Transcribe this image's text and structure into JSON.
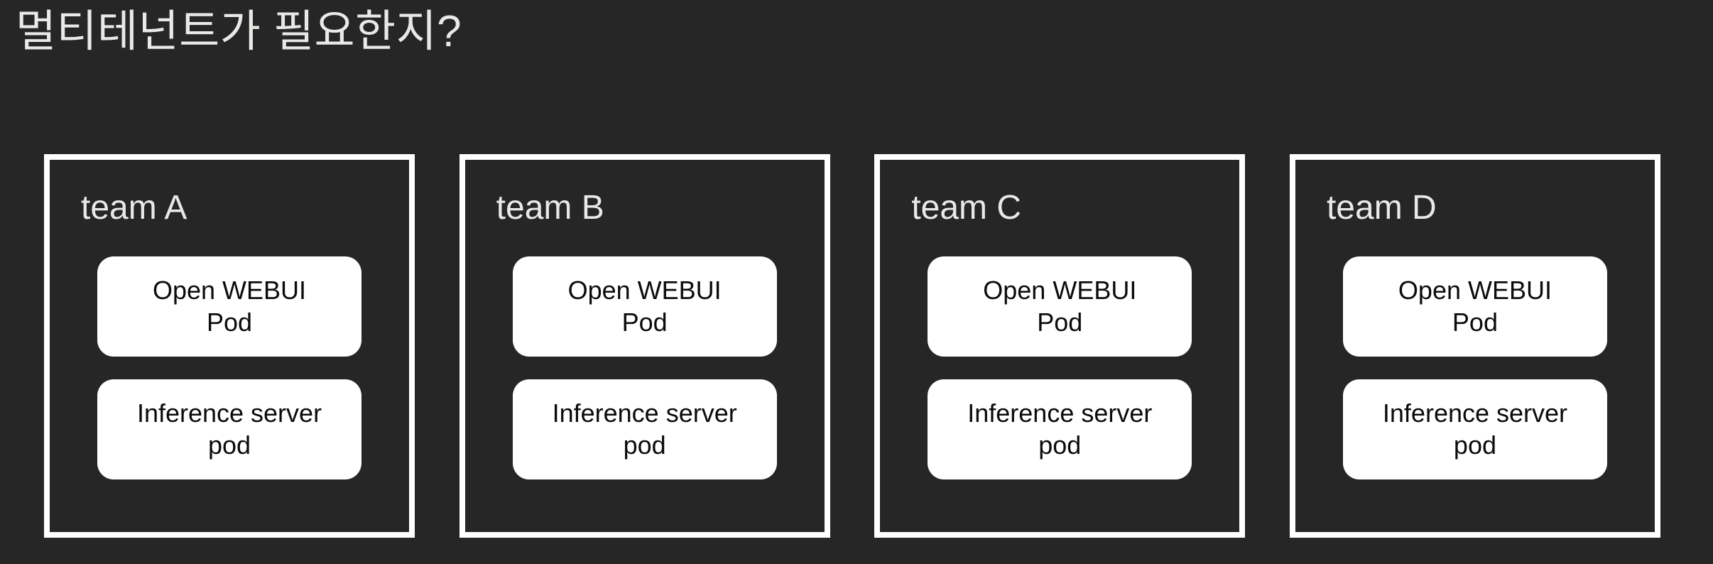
{
  "slide": {
    "title": "멀티테넌트가 필요한지?",
    "background_color": "#262626",
    "title_color": "#e9e9e7",
    "box_border_color": "#ffffff",
    "pod_background_color": "#ffffff",
    "pod_text_color": "#0b0b0b"
  },
  "teams": [
    {
      "label": "team A",
      "pods": [
        {
          "name": "open-webui-pod",
          "text": "Open WEBUI\nPod"
        },
        {
          "name": "inference-server-pod",
          "text": "Inference server\npod"
        }
      ]
    },
    {
      "label": "team B",
      "pods": [
        {
          "name": "open-webui-pod",
          "text": "Open WEBUI\nPod"
        },
        {
          "name": "inference-server-pod",
          "text": "Inference server\npod"
        }
      ]
    },
    {
      "label": "team C",
      "pods": [
        {
          "name": "open-webui-pod",
          "text": "Open WEBUI\nPod"
        },
        {
          "name": "inference-server-pod",
          "text": "Inference server\npod"
        }
      ]
    },
    {
      "label": "team D",
      "pods": [
        {
          "name": "open-webui-pod",
          "text": "Open WEBUI\nPod"
        },
        {
          "name": "inference-server-pod",
          "text": "Inference server\npod"
        }
      ]
    }
  ]
}
